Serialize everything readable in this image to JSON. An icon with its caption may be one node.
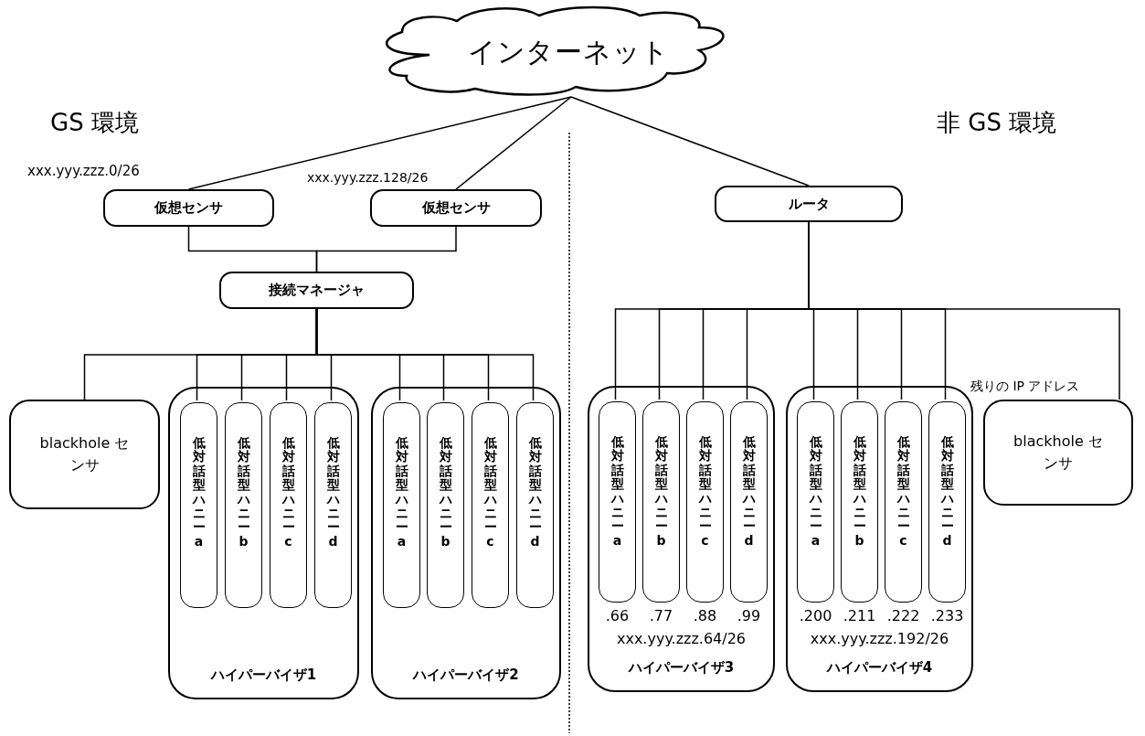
{
  "diagram": {
    "nodes": [
      {
        "text": [
          "インターネット"
        ]
      },
      {
        "text": [
          "仮想センサ"
        ],
        "beside": [
          "xxx.yyy.zzz.0/26"
        ]
      },
      {
        "text": [
          "仮想センサ"
        ],
        "beside": [
          "xxx.yyy.zzz.128/26"
        ]
      },
      {
        "text": [
          "接続マネージャ"
        ]
      },
      {
        "text": [
          "ルータ"
        ]
      },
      {
        "text": [
          "blackhole センサ"
        ]
      },
      {
        "text": [
          "ハイパーバイザ1"
        ]
      },
      {
        "text": [
          "低対話型ハニーa"
        ],
        "in": 6
      },
      {
        "text": [
          "低対話型ハニーb"
        ],
        "in": 6
      },
      {
        "text": [
          "低対話型ハニーc"
        ],
        "in": 6
      },
      {
        "text": [
          "低対話型ハニーd"
        ],
        "in": 6
      },
      {
        "text": [
          "ハイパーバイザ2"
        ]
      },
      {
        "text": [
          "低対話型ハニーa"
        ],
        "in": 11
      },
      {
        "text": [
          "低対話型ハニーb"
        ],
        "in": 11
      },
      {
        "text": [
          "低対話型ハニーc"
        ],
        "in": 11
      },
      {
        "text": [
          "低対話型ハニーd"
        ],
        "in": 11
      },
      {
        "text": [
          "xxx.yyy.zzz.64/26",
          "ハイパーバイザ3"
        ]
      },
      {
        "text": [
          "低対話型ハニーa"
        ],
        "in": 16,
        "beside": [
          ".66"
        ]
      },
      {
        "text": [
          "低対話型ハニーb"
        ],
        "in": 16,
        "beside": [
          ".77"
        ]
      },
      {
        "text": [
          "低対話型ハニーc"
        ],
        "in": 16,
        "beside": [
          ".88"
        ]
      },
      {
        "text": [
          "低対話型ハニーd"
        ],
        "in": 16,
        "beside": [
          ".99"
        ]
      },
      {
        "text": [
          "xxx.yyy.zzz.192/26",
          "ハイパーバイザ4"
        ]
      },
      {
        "text": [
          "低対話型ハニーa"
        ],
        "in": 21,
        "beside": [
          ".200"
        ]
      },
      {
        "text": [
          "低対話型ハニーb"
        ],
        "in": 21,
        "beside": [
          ".211"
        ]
      },
      {
        "text": [
          "低対話型ハニーc"
        ],
        "in": 21,
        "beside": [
          ".222"
        ]
      },
      {
        "text": [
          "低対話型ハニーd"
        ],
        "in": 21,
        "beside": [
          ".233"
        ]
      },
      {
        "text": [
          "blackhole センサ"
        ],
        "beside": [
          "残りの IP アドレス"
        ]
      }
    ],
    "edges": [
      {
        "from": 0,
        "to": 1,
        "arrow": "none"
      },
      {
        "from": 0,
        "to": 2,
        "arrow": "none"
      },
      {
        "from": 0,
        "to": 4,
        "arrow": "none"
      },
      {
        "from": 1,
        "to": 3,
        "arrow": "none"
      },
      {
        "from": 2,
        "to": 3,
        "arrow": "none"
      },
      {
        "from": 3,
        "to": 5,
        "arrow": "none"
      },
      {
        "from": 3,
        "to": 7,
        "arrow": "none"
      },
      {
        "from": 3,
        "to": 8,
        "arrow": "none"
      },
      {
        "from": 3,
        "to": 9,
        "arrow": "none"
      },
      {
        "from": 3,
        "to": 10,
        "arrow": "none"
      },
      {
        "from": 3,
        "to": 12,
        "arrow": "none"
      },
      {
        "from": 3,
        "to": 13,
        "arrow": "none"
      },
      {
        "from": 3,
        "to": 14,
        "arrow": "none"
      },
      {
        "from": 3,
        "to": 15,
        "arrow": "none"
      },
      {
        "from": 4,
        "to": 17,
        "arrow": "none"
      },
      {
        "from": 4,
        "to": 18,
        "arrow": "none"
      },
      {
        "from": 4,
        "to": 19,
        "arrow": "none"
      },
      {
        "from": 4,
        "to": 20,
        "arrow": "none"
      },
      {
        "from": 4,
        "to": 22,
        "arrow": "none"
      },
      {
        "from": 4,
        "to": 23,
        "arrow": "none"
      },
      {
        "from": 4,
        "to": 24,
        "arrow": "none"
      },
      {
        "from": 4,
        "to": 25,
        "arrow": "none"
      },
      {
        "from": 4,
        "to": 26,
        "arrow": "none"
      }
    ],
    "labels": [
      "GS 環境",
      "非 GS 環境"
    ]
  }
}
